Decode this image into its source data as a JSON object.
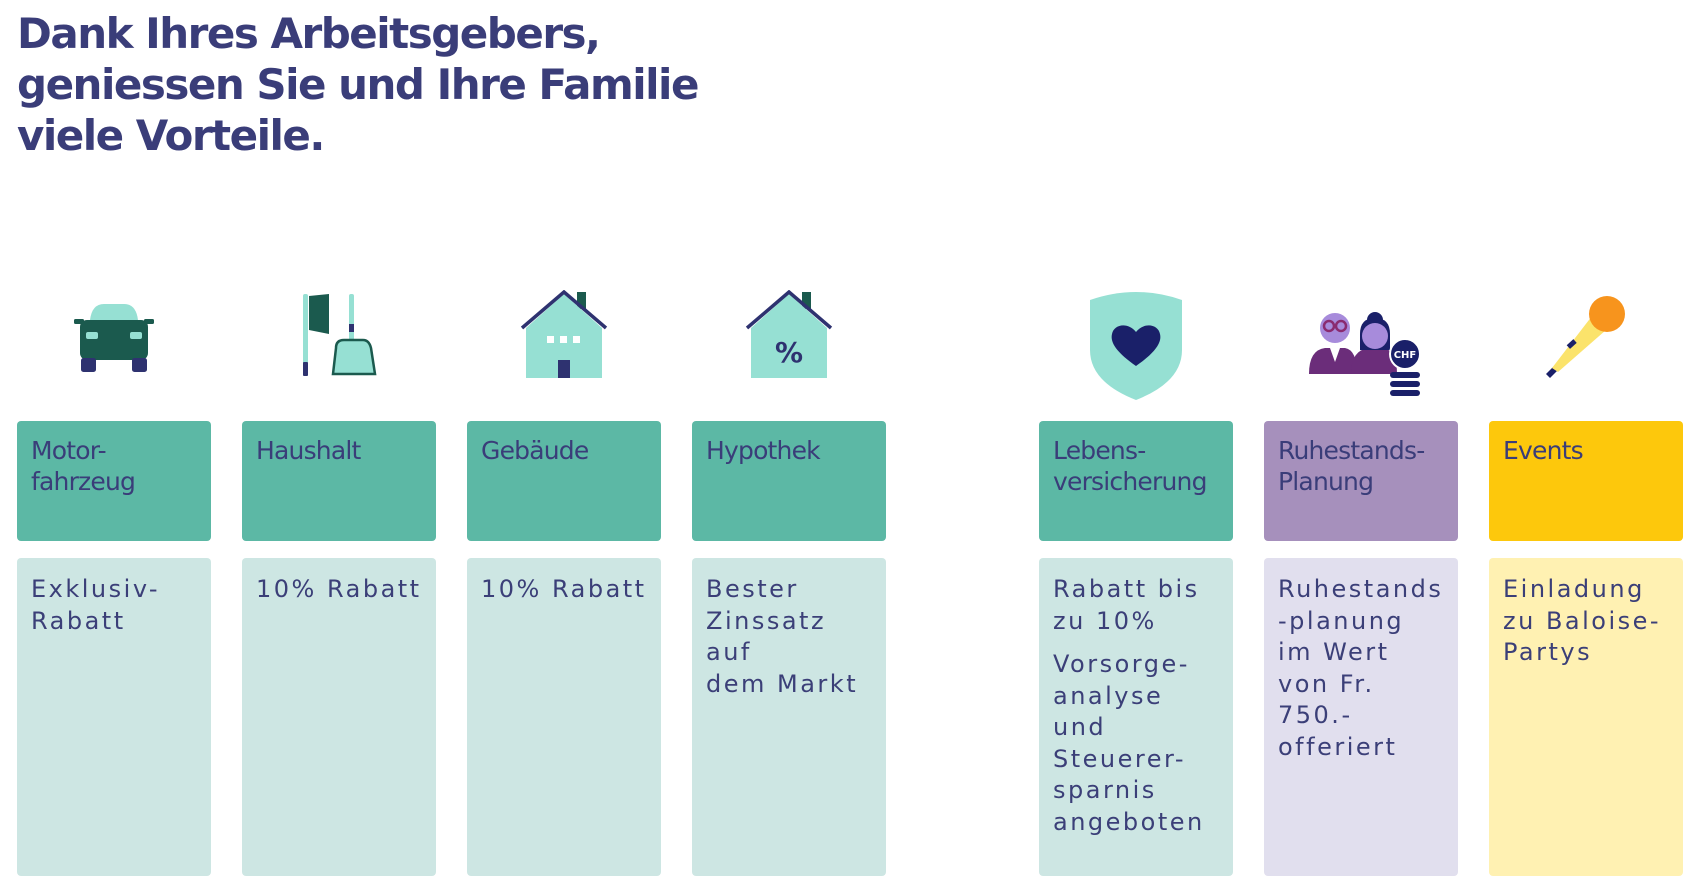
{
  "headline": {
    "line1": "Dank Ihres Arbeitsgebers,",
    "line2": "geniessen Sie und Ihre Familie",
    "line3": "viele Vorteile."
  },
  "colors": {
    "navy": "#3a3d79",
    "teal": "#5cb8a5",
    "teal_light": "#cde6e3",
    "mint": "#96e0d3",
    "dark_green": "#1b5a4e",
    "purple": "#a690bc",
    "purple_light": "#e1dfee",
    "yellow": "#fdc80c",
    "yellow_light": "#fff1b2",
    "orange": "#f7941d"
  },
  "benefits": [
    {
      "icon": "car-icon",
      "title_lines": [
        "Motor-",
        "fahrzeug"
      ],
      "text": [
        "Exklusiv-",
        "Rabatt"
      ]
    },
    {
      "icon": "household-icon",
      "title_lines": [
        "Haushalt"
      ],
      "text": [
        "10% Rabatt"
      ]
    },
    {
      "icon": "house-icon",
      "title_lines": [
        "Gebäude"
      ],
      "text": [
        "10% Rabatt"
      ]
    },
    {
      "icon": "house-percent-icon",
      "title_lines": [
        "Hypothek"
      ],
      "text": [
        "Bester",
        "Zinssatz auf",
        "dem Markt"
      ]
    },
    {
      "icon": "shield-heart-icon",
      "title_lines": [
        "Lebens-",
        "versicherung"
      ],
      "text": [
        "Rabatt bis",
        "zu 10%"
      ],
      "text2": [
        "Vorsorge-",
        "analyse",
        "und",
        "Steuerer-",
        "sparnis",
        "angeboten"
      ]
    },
    {
      "icon": "retirement-couple-icon",
      "icon_label": "CHF",
      "title_lines": [
        "Ruhestands-",
        "Planung"
      ],
      "text": [
        "Ruhestands",
        "-planung",
        "im Wert",
        "von Fr.",
        "750.-",
        "offeriert"
      ]
    },
    {
      "icon": "microphone-icon",
      "title_lines": [
        "Events"
      ],
      "text": [
        "Einladung",
        "zu Baloise-",
        "Partys"
      ]
    }
  ]
}
